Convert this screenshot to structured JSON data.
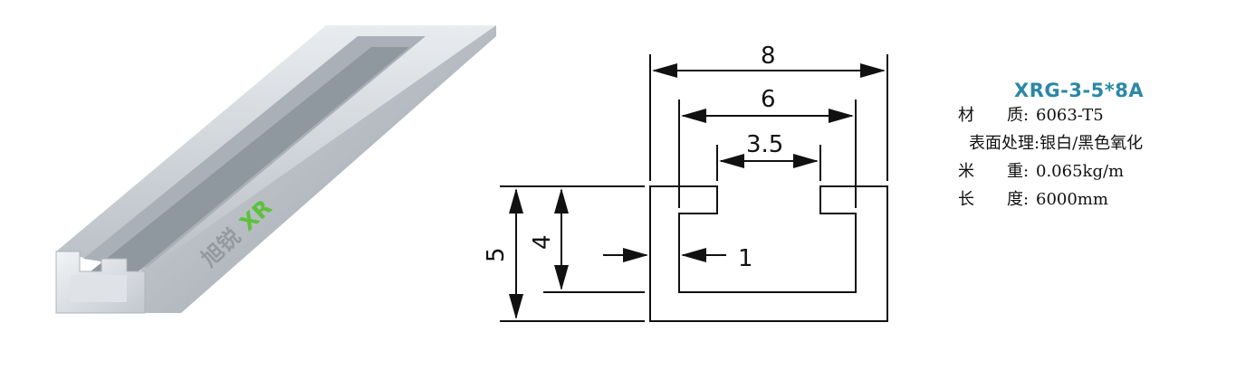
{
  "product": {
    "watermark_cn": "旭锐",
    "watermark_logo": "XR"
  },
  "drawing": {
    "dims": {
      "w8": "8",
      "w6": "6",
      "w35": "3.5",
      "h5": "5",
      "h4": "4",
      "t1": "1"
    }
  },
  "specs": {
    "model": "XRG-3-5*8A",
    "rows": [
      {
        "key": "材　　质:",
        "value": "6063-T5"
      },
      {
        "key": "表面处理:",
        "value": "银白/黑色氧化"
      },
      {
        "key": "米　　重:",
        "value": "0.065kg/m"
      },
      {
        "key": "长　　度:",
        "value": "6000mm"
      }
    ]
  },
  "colors": {
    "model_text": "#2a88a6",
    "watermark_green": "#5cc23a",
    "aluminium": "#c7cbd0"
  }
}
